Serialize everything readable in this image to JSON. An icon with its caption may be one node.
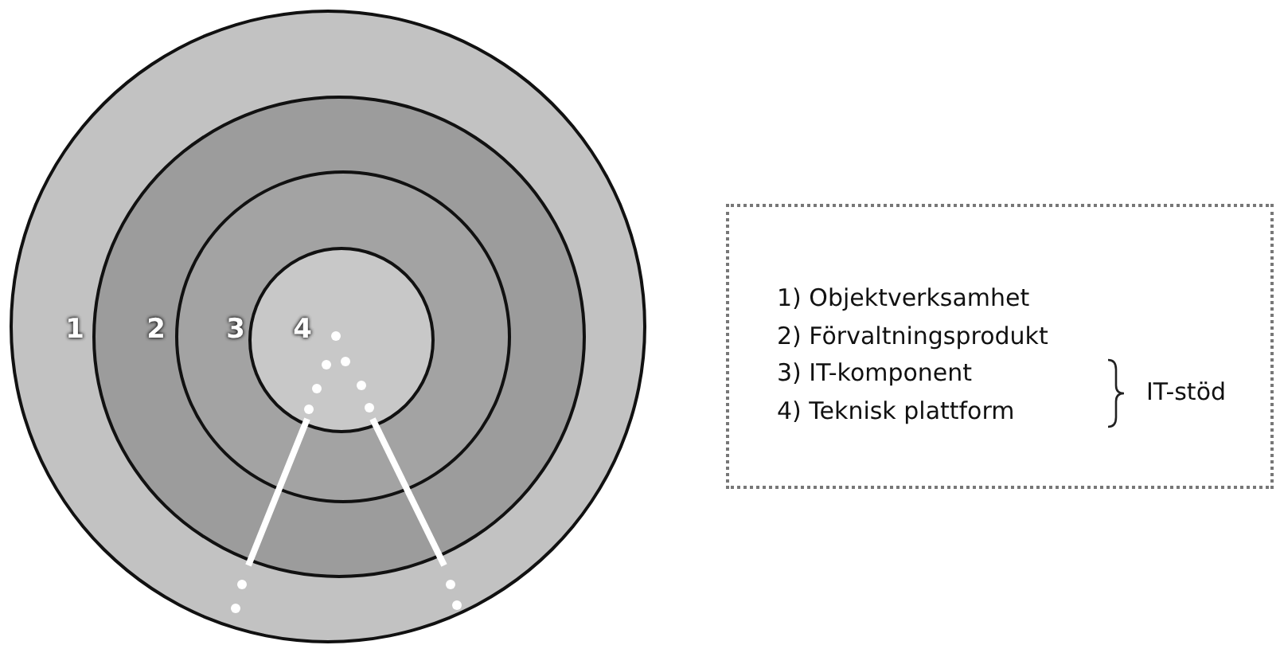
{
  "diagram": {
    "nodes": [
      {
        "text": [
          "1"
        ]
      },
      {
        "text": [
          "2"
        ],
        "in": 0
      },
      {
        "text": [
          "3"
        ],
        "in": 1
      },
      {
        "text": [
          "4"
        ],
        "in": 2
      },
      {
        "text": [
          "1) Objektverksamhet",
          "2) Förvaltningsprodukt",
          "3) IT-komponent",
          "4) Teknisk plattform",
          "IT-stöd"
        ]
      }
    ]
  }
}
